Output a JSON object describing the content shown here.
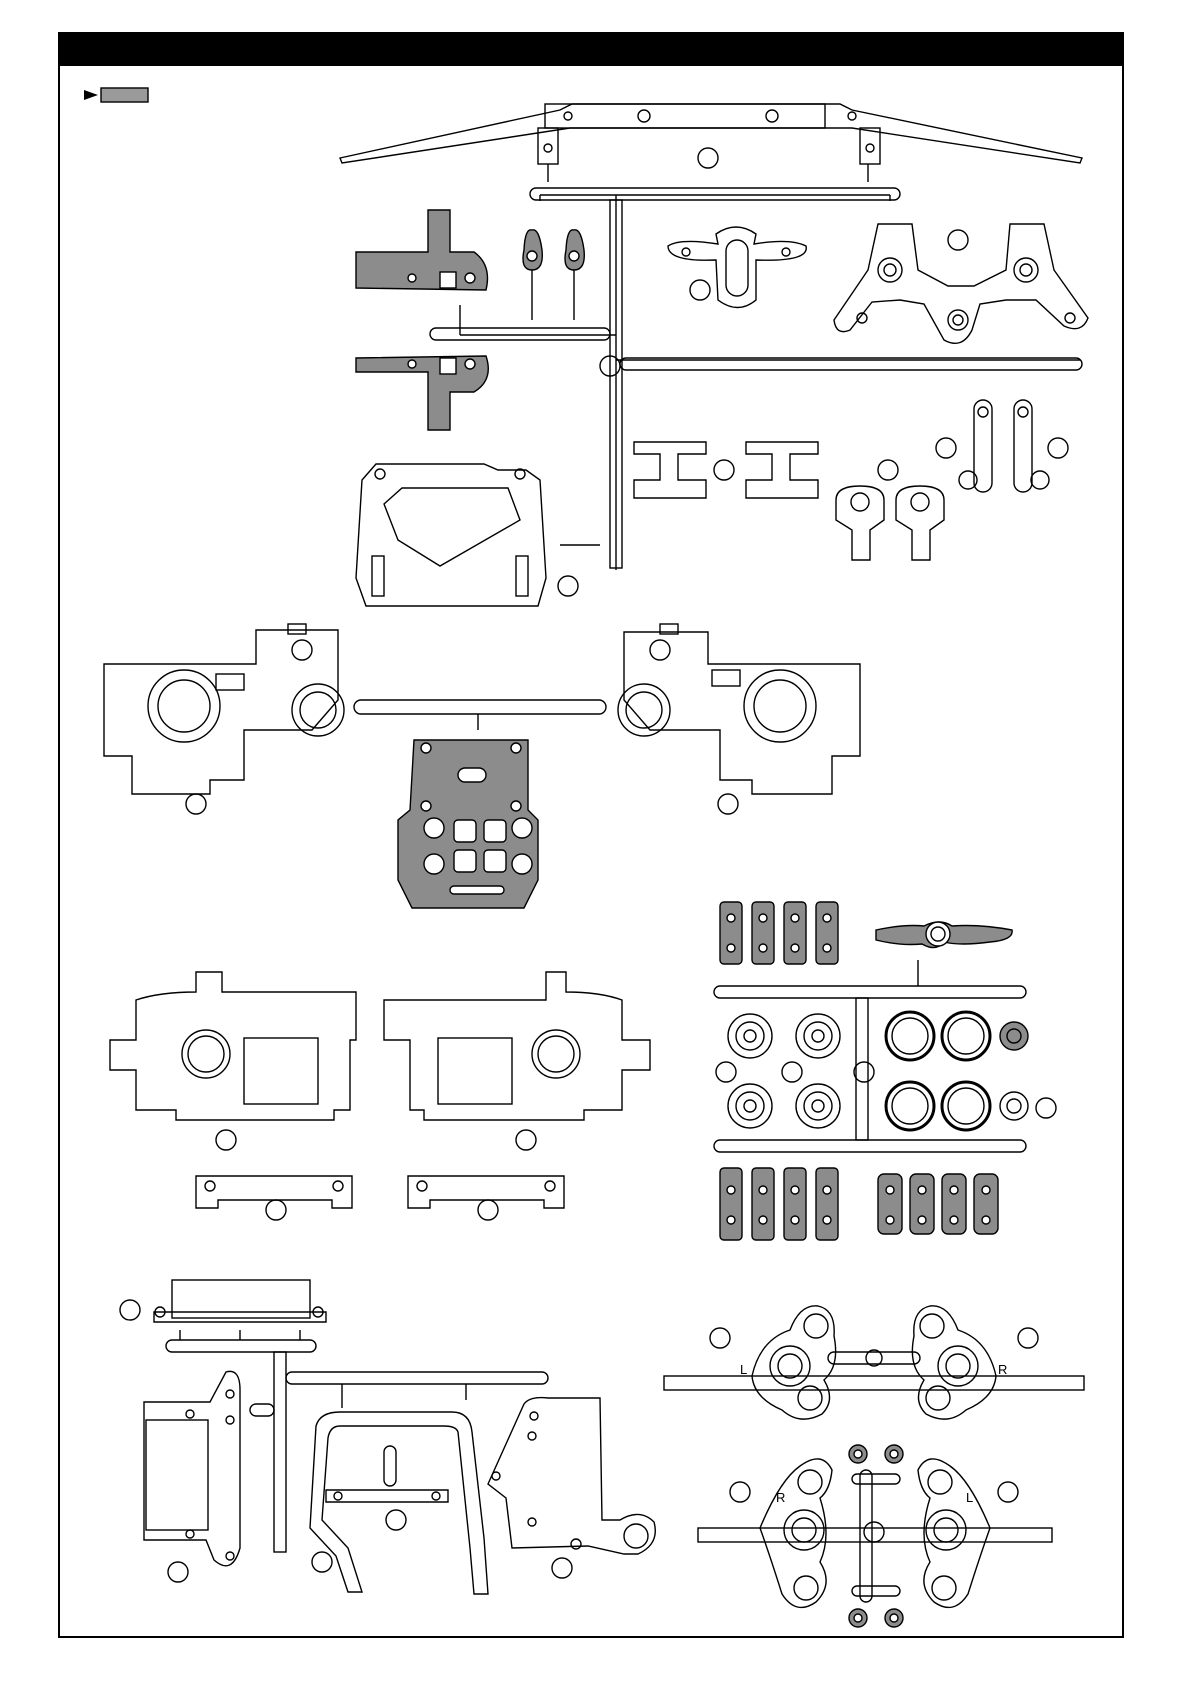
{
  "header": {
    "title": ""
  },
  "legend": {
    "label": ""
  },
  "parts_sheet": {
    "side_markers": {
      "left_lower": "L",
      "right_lower": "R",
      "right_upper_left": "R",
      "right_upper_right": "L"
    }
  },
  "colors": {
    "line": "#000000",
    "part_fill": "#ffffff",
    "shaded_part": "#8c8c8c",
    "header": "#000000"
  }
}
